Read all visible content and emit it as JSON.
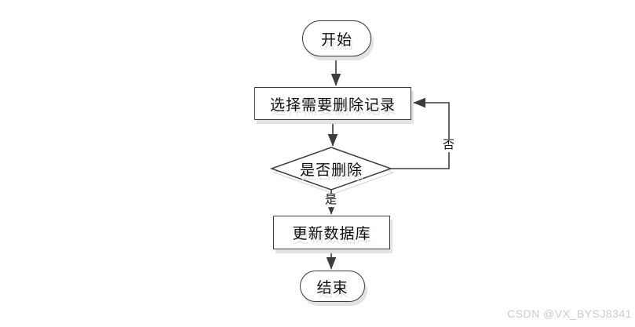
{
  "diagram": {
    "title": "delete-record-flowchart",
    "nodes": {
      "start": {
        "type": "terminator",
        "label": "开始"
      },
      "select": {
        "type": "process",
        "label": "选择需要删除记录"
      },
      "decision": {
        "type": "decision",
        "label": "是否删除"
      },
      "update": {
        "type": "process",
        "label": "更新数据库"
      },
      "end": {
        "type": "terminator",
        "label": "结束"
      }
    },
    "edges": {
      "yes_label": "是",
      "no_label": "否"
    }
  },
  "watermark": {
    "text": "CSDN @VX_BYSJ8341",
    "color": "#c9ccd8"
  },
  "style": {
    "stroke_color": "#3d3d3d",
    "shadow_color": "#e3e3e3",
    "node_fill": "#ffffff",
    "text_color": "#111111",
    "background": "#ffffff"
  }
}
